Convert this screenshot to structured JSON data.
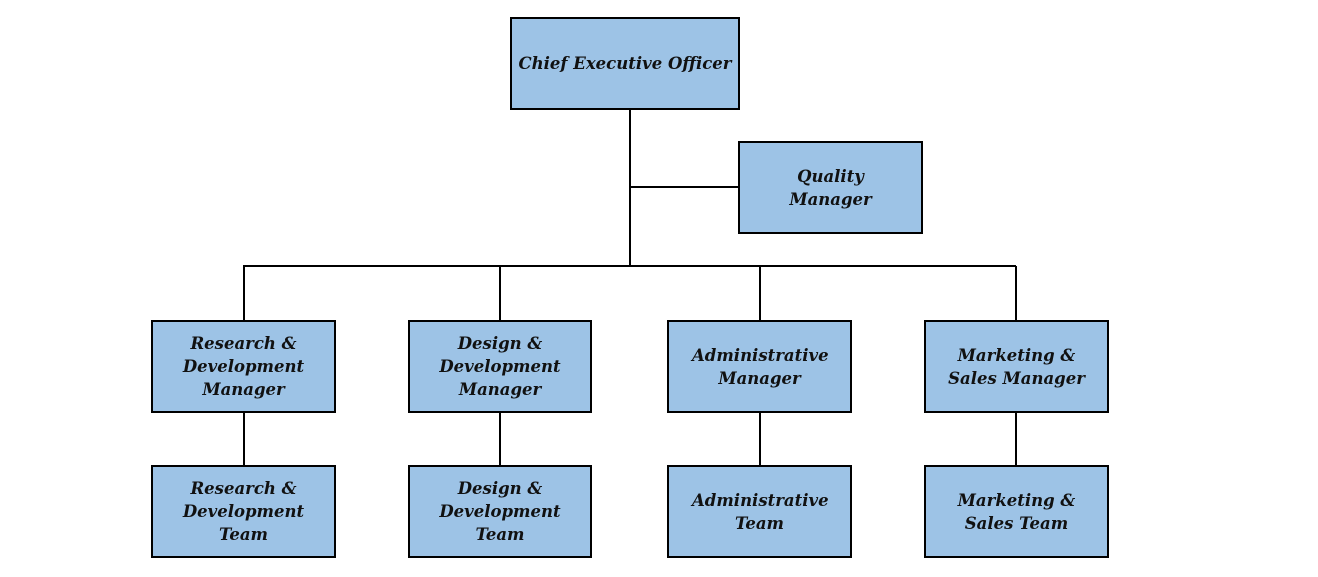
{
  "colors": {
    "box_fill": "#9dc3e6",
    "box_border": "#000000",
    "connector": "#000000",
    "text": "#111111"
  },
  "nodes": {
    "ceo": {
      "label": "Chief Executive Officer"
    },
    "quality": {
      "label": "Quality Manager"
    },
    "rd_manager": {
      "label": "Research & Development Manager"
    },
    "dd_manager": {
      "label": "Design & Development Manager"
    },
    "admin_manager": {
      "label": "Administrative Manager"
    },
    "ms_manager": {
      "label": "Marketing & Sales Manager"
    },
    "rd_team": {
      "label": "Research & Development Team"
    },
    "dd_team": {
      "label": "Design & Development Team"
    },
    "admin_team": {
      "label": "Administrative Team"
    },
    "ms_team": {
      "label": "Marketing & Sales Team"
    }
  },
  "edges": [
    {
      "from": "ceo",
      "to": "quality"
    },
    {
      "from": "ceo",
      "to": "rd_manager"
    },
    {
      "from": "ceo",
      "to": "dd_manager"
    },
    {
      "from": "ceo",
      "to": "admin_manager"
    },
    {
      "from": "ceo",
      "to": "ms_manager"
    },
    {
      "from": "rd_manager",
      "to": "rd_team"
    },
    {
      "from": "dd_manager",
      "to": "dd_team"
    },
    {
      "from": "admin_manager",
      "to": "admin_team"
    },
    {
      "from": "ms_manager",
      "to": "ms_team"
    }
  ]
}
